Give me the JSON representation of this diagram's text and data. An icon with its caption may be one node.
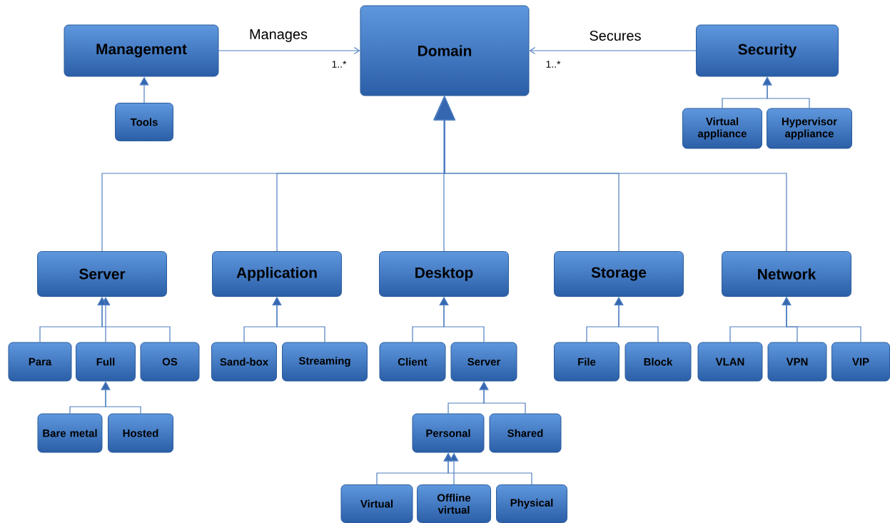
{
  "diagram": {
    "nodes": [
      {
        "text": [
          "Management"
        ]
      },
      {
        "text": [
          "Domain"
        ]
      },
      {
        "text": [
          "Security"
        ]
      },
      {
        "text": [
          "Tools"
        ]
      },
      {
        "text": [
          "Virtual appliance"
        ]
      },
      {
        "text": [
          "Hypervisor appliance"
        ]
      },
      {
        "text": [
          "Server"
        ]
      },
      {
        "text": [
          "Application"
        ]
      },
      {
        "text": [
          "Desktop"
        ]
      },
      {
        "text": [
          "Storage"
        ]
      },
      {
        "text": [
          "Network"
        ]
      },
      {
        "text": [
          "Para"
        ]
      },
      {
        "text": [
          "Full"
        ]
      },
      {
        "text": [
          "OS"
        ]
      },
      {
        "text": [
          "Bare metal"
        ]
      },
      {
        "text": [
          "Hosted"
        ]
      },
      {
        "text": [
          "Sand-box"
        ]
      },
      {
        "text": [
          "Streaming"
        ]
      },
      {
        "text": [
          "Client"
        ]
      },
      {
        "text": [
          "Server"
        ]
      },
      {
        "text": [
          "Personal"
        ]
      },
      {
        "text": [
          "Shared"
        ]
      },
      {
        "text": [
          "Virtual"
        ]
      },
      {
        "text": [
          "Offline virtual"
        ]
      },
      {
        "text": [
          "Physical"
        ]
      },
      {
        "text": [
          "File"
        ]
      },
      {
        "text": [
          "Block"
        ]
      },
      {
        "text": [
          "VLAN"
        ]
      },
      {
        "text": [
          "VPN"
        ]
      },
      {
        "text": [
          "VIP"
        ]
      }
    ],
    "edges": [
      {
        "from": 0,
        "to": 1,
        "arrow": "to",
        "label": "Manages"
      },
      {
        "from": 2,
        "to": 1,
        "arrow": "to",
        "label": "Secures"
      },
      {
        "from": 3,
        "to": 0,
        "arrow": "to"
      },
      {
        "from": 4,
        "to": 2,
        "arrow": "to"
      },
      {
        "from": 5,
        "to": 2,
        "arrow": "to"
      },
      {
        "from": 6,
        "to": 1,
        "arrow": "to"
      },
      {
        "from": 7,
        "to": 1,
        "arrow": "to"
      },
      {
        "from": 8,
        "to": 1,
        "arrow": "to"
      },
      {
        "from": 9,
        "to": 1,
        "arrow": "to"
      },
      {
        "from": 10,
        "to": 1,
        "arrow": "to"
      },
      {
        "from": 11,
        "to": 6,
        "arrow": "to"
      },
      {
        "from": 12,
        "to": 6,
        "arrow": "to"
      },
      {
        "from": 13,
        "to": 6,
        "arrow": "to"
      },
      {
        "from": 14,
        "to": 12,
        "arrow": "to"
      },
      {
        "from": 15,
        "to": 12,
        "arrow": "to"
      },
      {
        "from": 16,
        "to": 7,
        "arrow": "to"
      },
      {
        "from": 17,
        "to": 7,
        "arrow": "to"
      },
      {
        "from": 18,
        "to": 8,
        "arrow": "to"
      },
      {
        "from": 19,
        "to": 8,
        "arrow": "to"
      },
      {
        "from": 20,
        "to": 19,
        "arrow": "to"
      },
      {
        "from": 21,
        "to": 19,
        "arrow": "to"
      },
      {
        "from": 22,
        "to": 20,
        "arrow": "to"
      },
      {
        "from": 23,
        "to": 20,
        "arrow": "to"
      },
      {
        "from": 24,
        "to": 20,
        "arrow": "to"
      },
      {
        "from": 25,
        "to": 9,
        "arrow": "to"
      },
      {
        "from": 26,
        "to": 9,
        "arrow": "to"
      },
      {
        "from": 27,
        "to": 10,
        "arrow": "to"
      },
      {
        "from": 28,
        "to": 10,
        "arrow": "to"
      },
      {
        "from": 29,
        "to": 10,
        "arrow": "to"
      }
    ],
    "labels": [
      "1..*",
      "1..*"
    ]
  }
}
